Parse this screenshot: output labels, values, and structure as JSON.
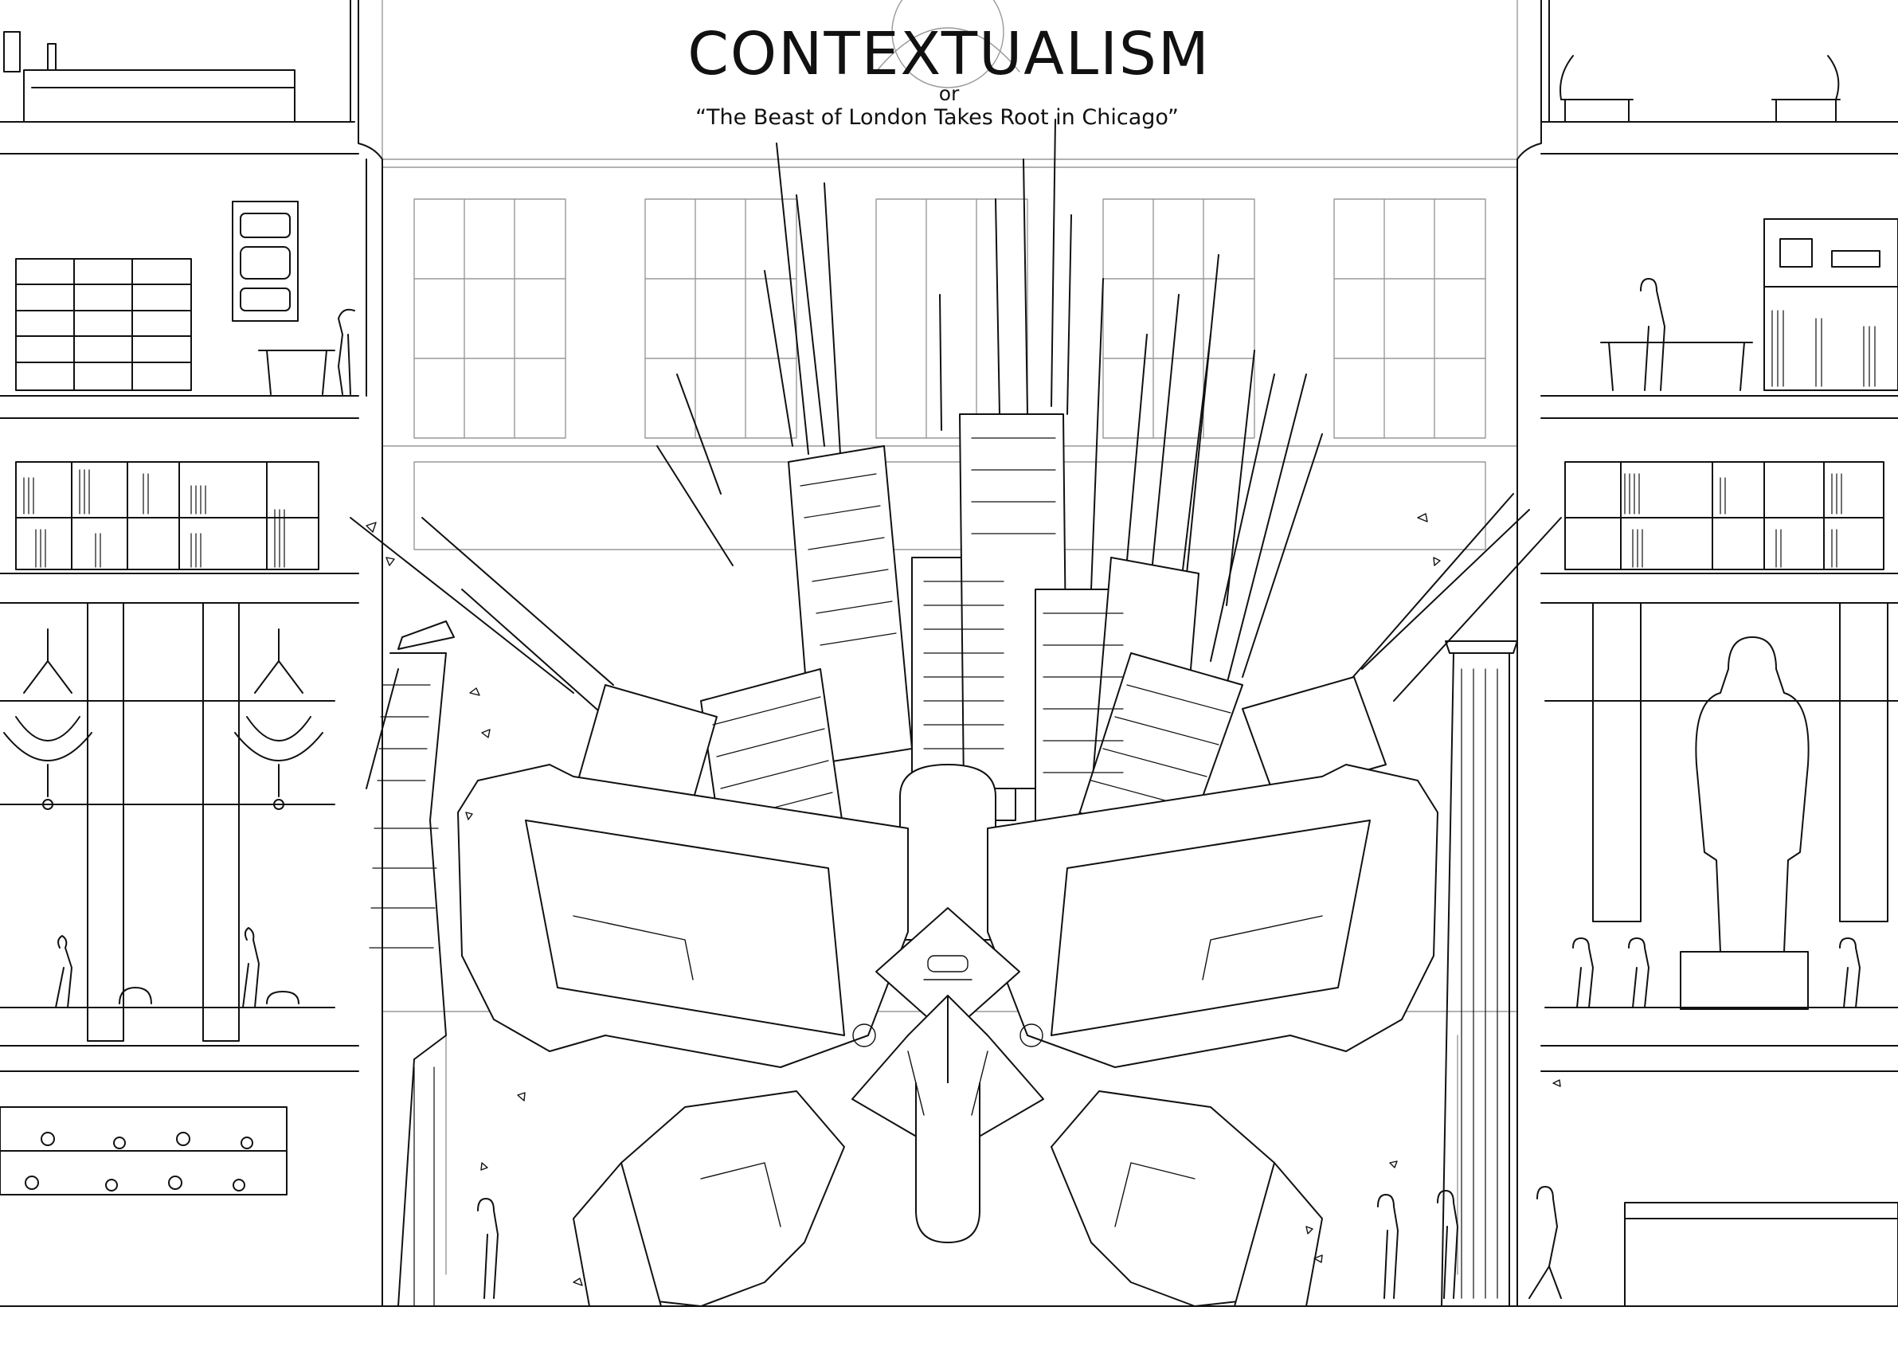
{
  "title": "CONTEXTUALISM",
  "connector": "or",
  "subtitle": "“The Beast of London Takes Root in Chicago”",
  "colors": {
    "ink": "#111111",
    "paper": "#ffffff"
  }
}
